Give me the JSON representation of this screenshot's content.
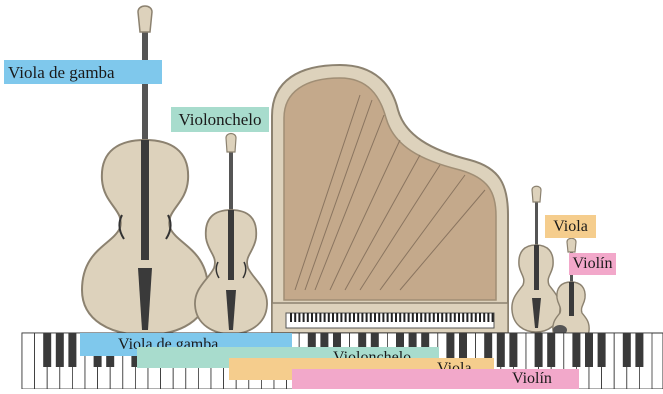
{
  "labels": {
    "viola_de_gamba_top": "Viola de gamba",
    "violonchelo_top": "Violonchelo",
    "viola_top": "Viola",
    "violin_top": "Violín"
  },
  "ranges": {
    "viola_de_gamba": "Viola de gamba",
    "violonchelo": "Violonchelo",
    "viola": "Viola",
    "violin": "Violín"
  },
  "colors": {
    "viola_de_gamba": "#7fc8ec",
    "violonchelo": "#a8dccd",
    "viola": "#f5cd8d",
    "violin": "#f2a8ca",
    "wood": "#ddd2bc",
    "wood_dark": "#8c8270",
    "keyboard_black": "#3a3a3a"
  }
}
